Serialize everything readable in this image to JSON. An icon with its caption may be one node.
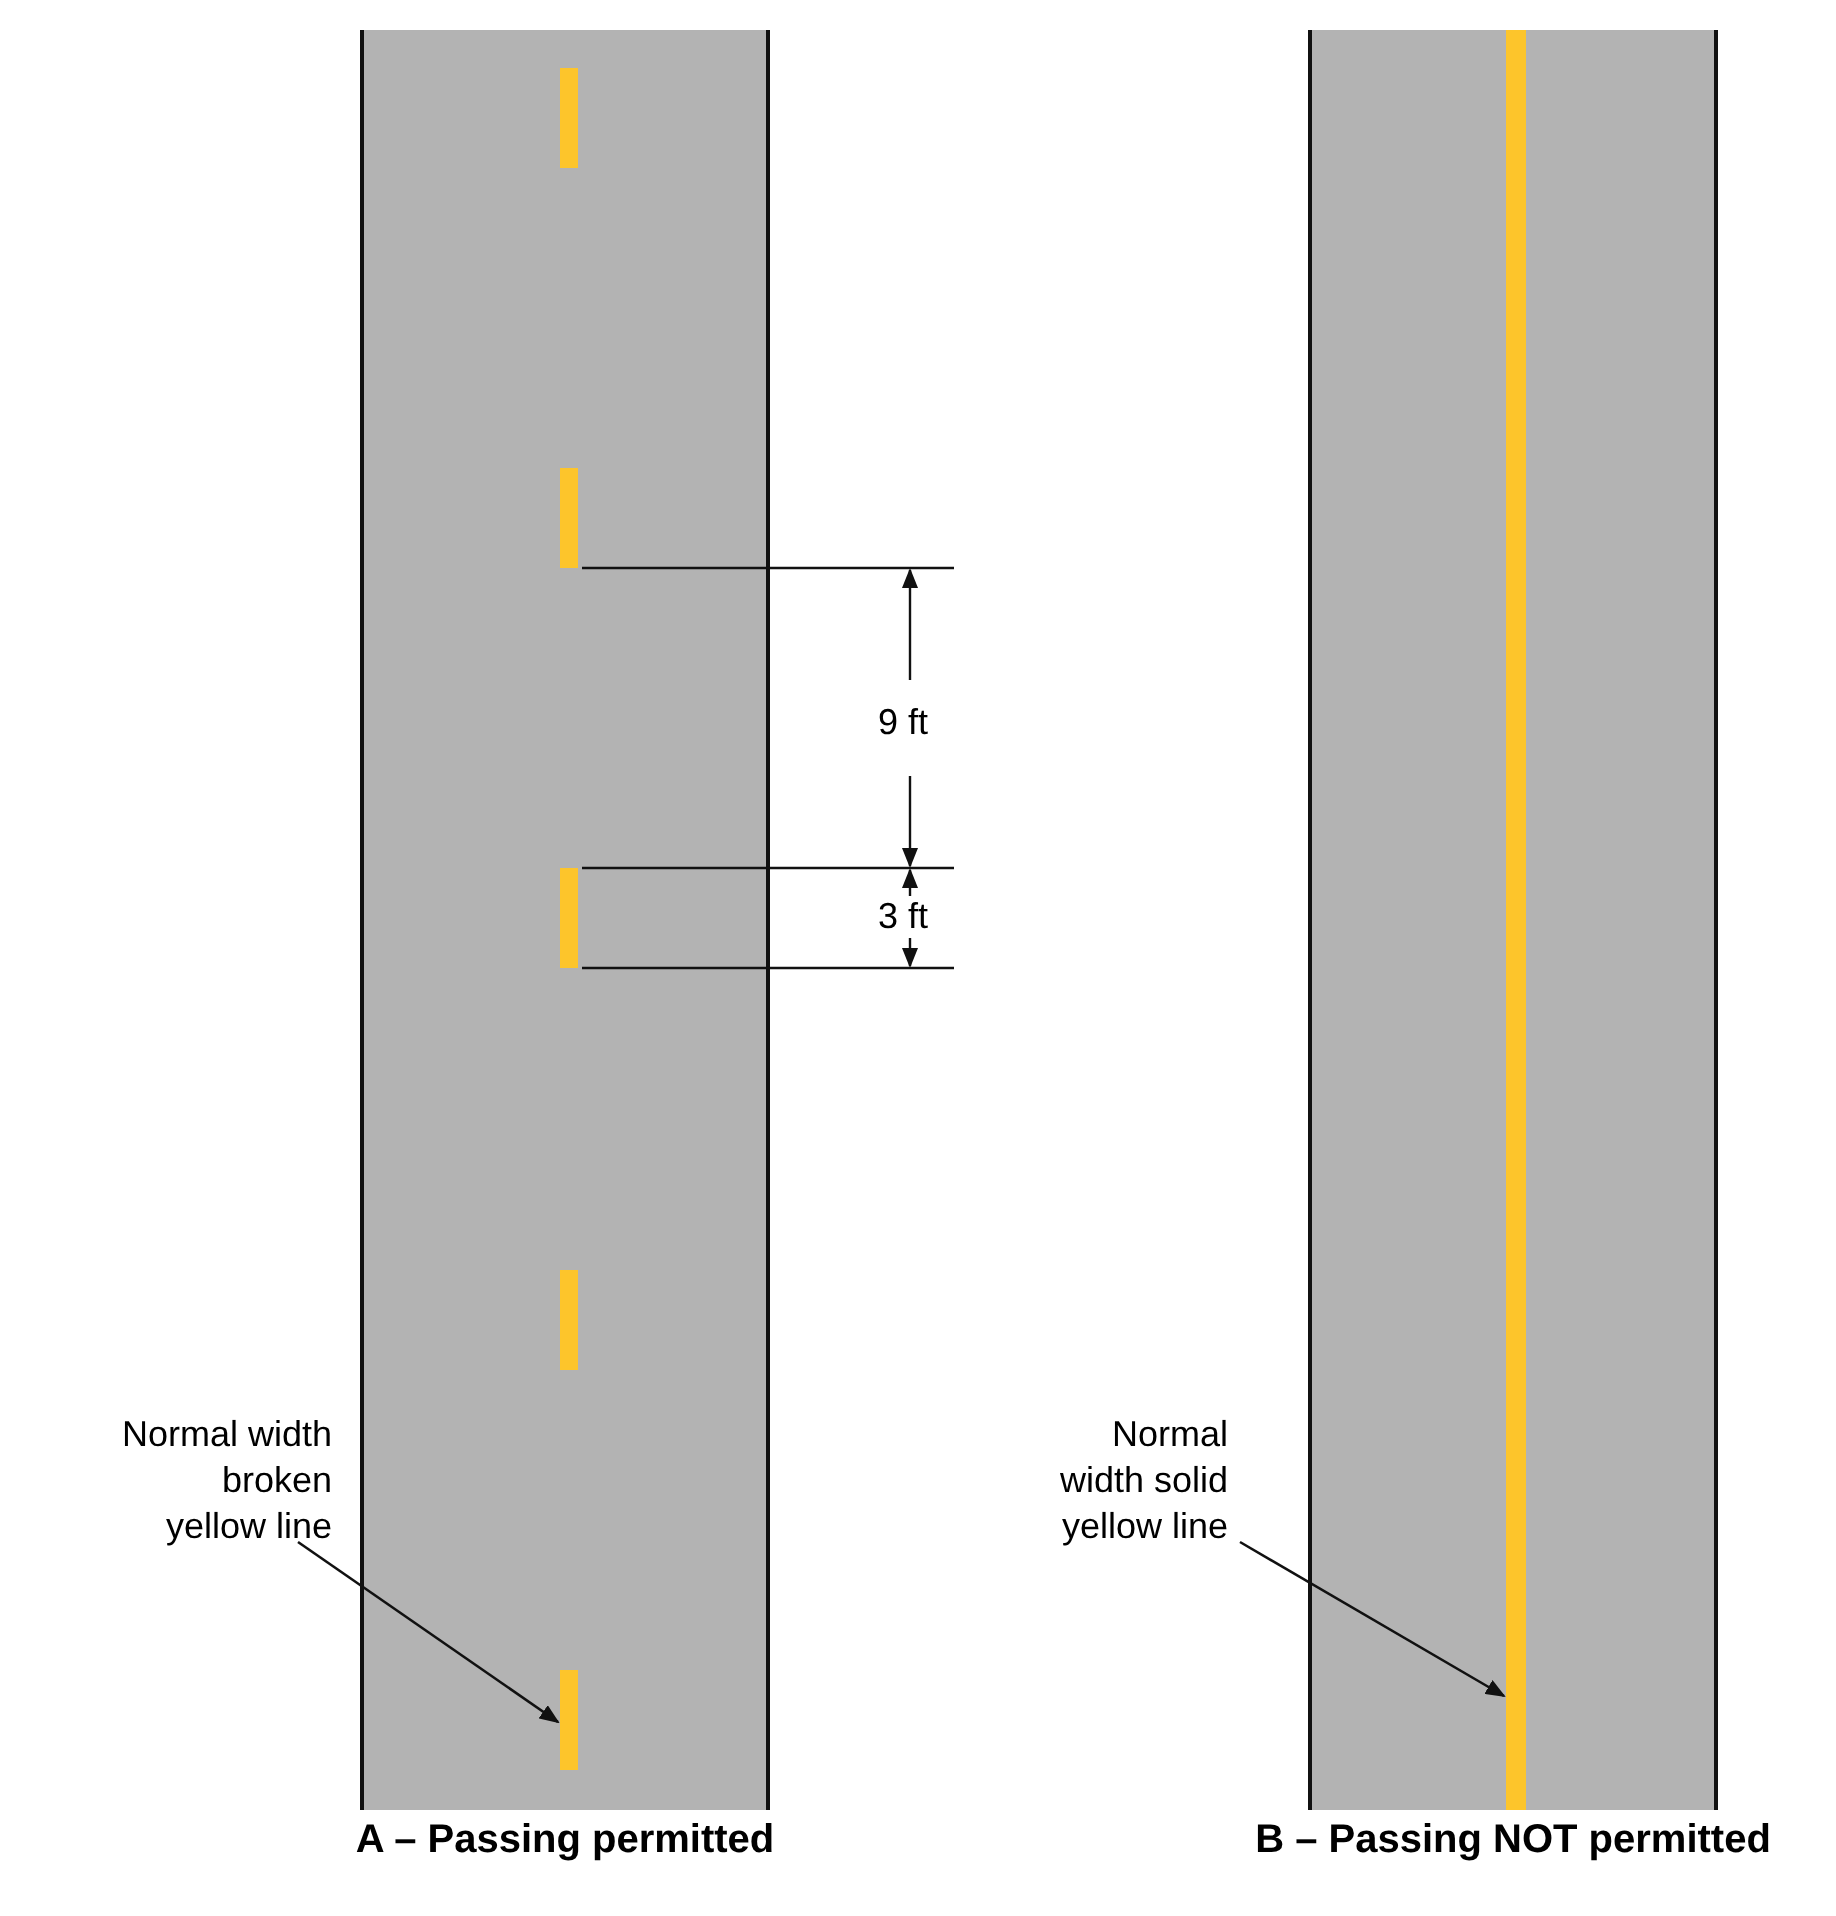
{
  "diagram": {
    "nodes": [
      {
        "text": [
          "A – Passing permitted"
        ]
      },
      {
        "text": [],
        "shape": "bar",
        "in": 0
      },
      {
        "text": [],
        "shape": "bar",
        "in": 0
      },
      {
        "text": [],
        "shape": "bar",
        "in": 0
      },
      {
        "text": [],
        "shape": "bar",
        "in": 0
      },
      {
        "text": [],
        "shape": "bar",
        "in": 0
      },
      {
        "text": [
          "Normal width broken yellow line"
        ]
      },
      {
        "text": [
          "B – Passing NOT permitted"
        ]
      },
      {
        "text": [],
        "shape": "bar",
        "in": 7
      },
      {
        "text": [
          "Normal width solid yellow line"
        ]
      }
    ],
    "edges": [
      {
        "from": 6,
        "to": 5,
        "arrow": "to"
      },
      {
        "from": 9,
        "to": 8,
        "arrow": "to"
      }
    ],
    "labels": [
      "9 ft",
      "3 ft"
    ]
  }
}
